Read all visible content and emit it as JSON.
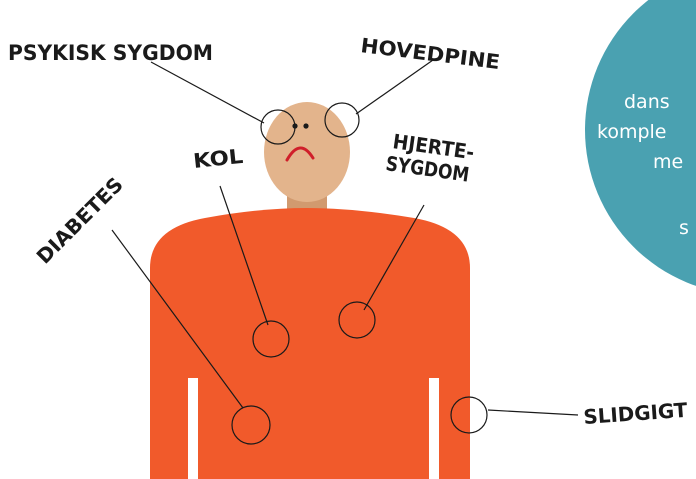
{
  "labels": {
    "psykisk_sygdom": "PSYKISK SYGDOM",
    "hovedpine": "HOVEDPINE",
    "kol": "KOL",
    "hjerte_line1": "HJERTE-",
    "hjerte_line2": "SYGDOM",
    "diabetes": "DIABETES",
    "slidgigt": "SLIDGIGT"
  },
  "info_circle": {
    "line1": "dans",
    "line2": "komple",
    "line3": "me",
    "line4": "s"
  },
  "colors": {
    "body": "#f15a2b",
    "skin": "#e3b48c",
    "neck": "#d19a6f",
    "circle": "#4aa1b1",
    "ink": "#1a1a1a",
    "stripe": "#ffffff"
  }
}
